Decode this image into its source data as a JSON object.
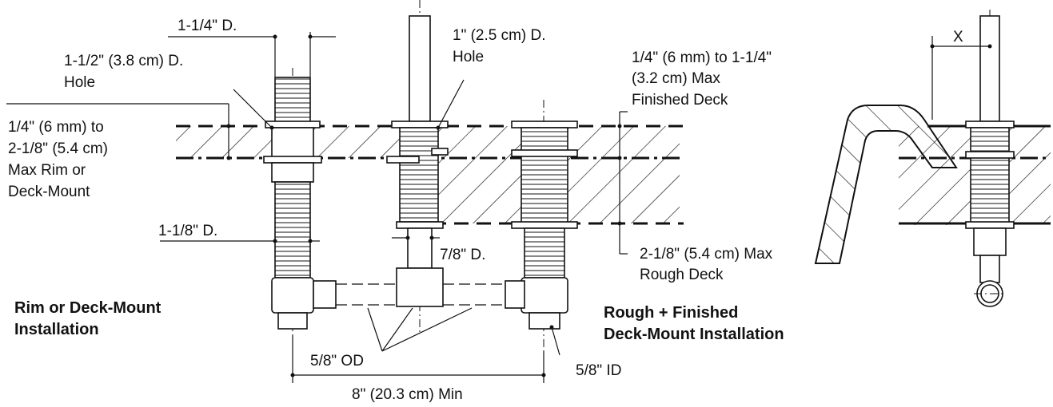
{
  "labels": {
    "d_1_1_4": "1-1/4\" D.",
    "hole_1_1_2_l1": "1-1/2\" (3.8 cm) D.",
    "hole_1_1_2_l2": "Hole",
    "hole_1_l1": "1\" (2.5 cm) D.",
    "hole_1_l2": "Hole",
    "rim_l1": "1/4\" (6 mm) to",
    "rim_l2": "2-1/8\" (5.4 cm)",
    "rim_l3": "Max Rim or",
    "rim_l4": "Deck-Mount",
    "finished_l1": "1/4\" (6 mm) to 1-1/4\"",
    "finished_l2": "(3.2 cm) Max",
    "finished_l3": "Finished Deck",
    "d_1_1_8": "1-1/8\" D.",
    "d_7_8": "7/8\" D.",
    "rough_l1": "2-1/8\" (5.4 cm) Max",
    "rough_l2": "Rough Deck",
    "title_rim_l1": "Rim or Deck-Mount",
    "title_rim_l2": "Installation",
    "title_rough_l1": "Rough + Finished",
    "title_rough_l2": "Deck-Mount Installation",
    "od": "5/8\" OD",
    "id": "5/8\" ID",
    "min_spacing": "8\" (20.3 cm) Min",
    "x": "X"
  }
}
